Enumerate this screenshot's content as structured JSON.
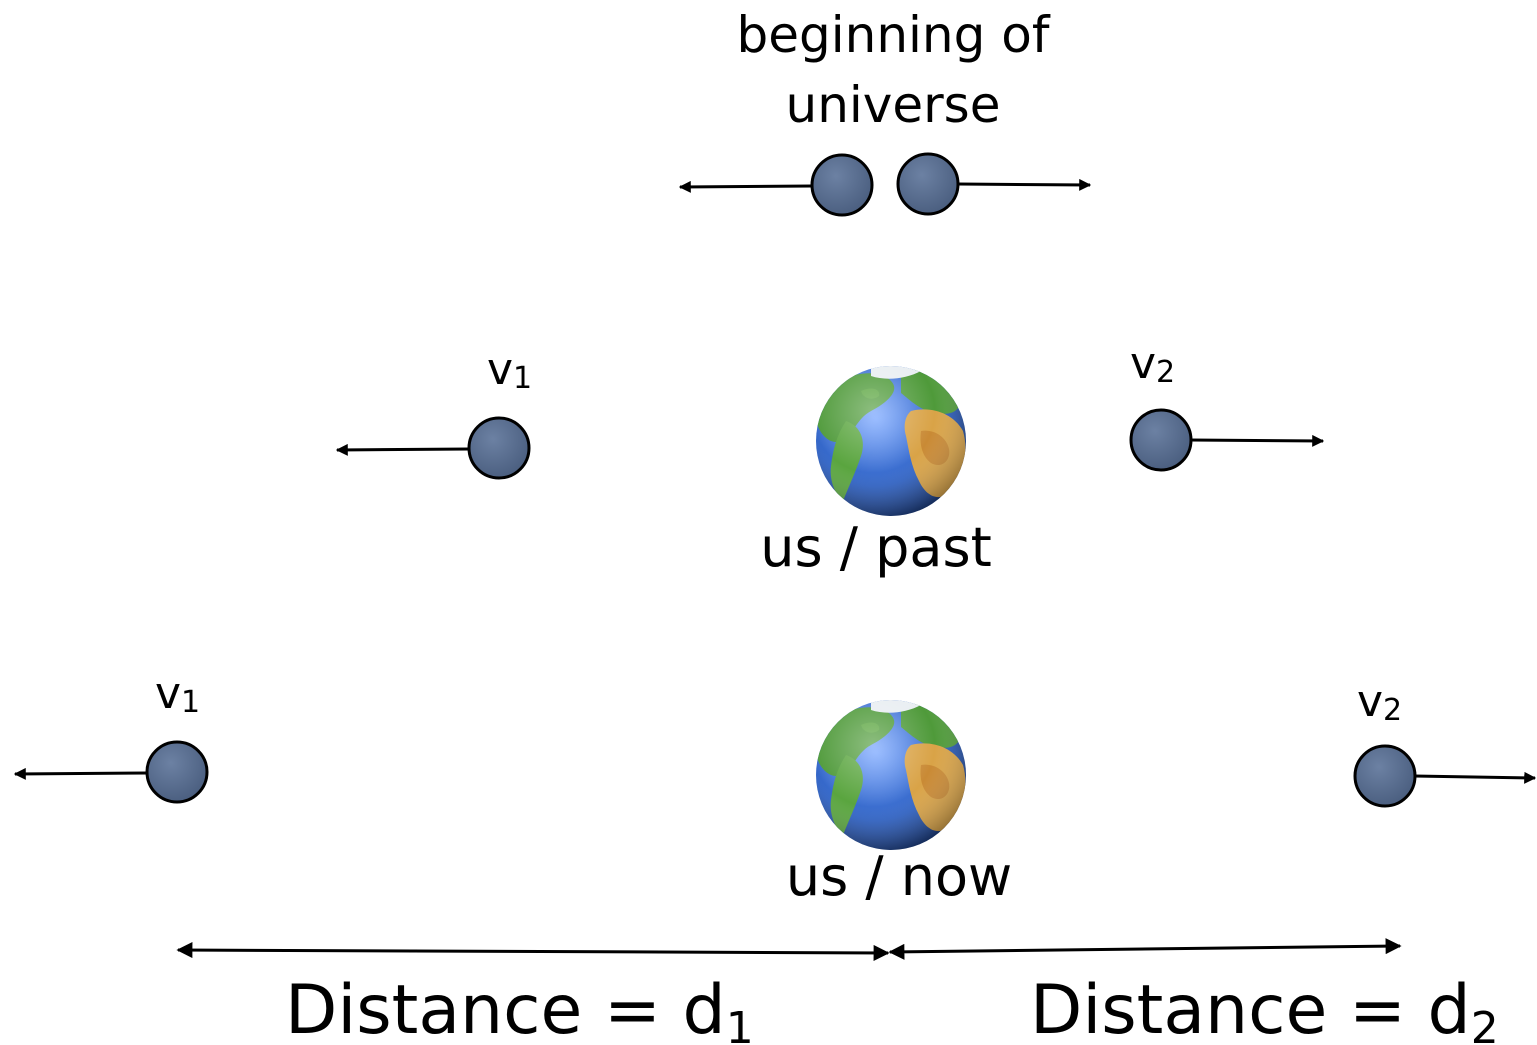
{
  "title": {
    "line1": "beginning of",
    "line2": "universe"
  },
  "past": {
    "earth_label": "us / past",
    "left_velocity": {
      "symbol": "v",
      "subscript": "1"
    },
    "right_velocity": {
      "symbol": "v",
      "subscript": "2"
    }
  },
  "now": {
    "earth_label": "us / now",
    "left_velocity": {
      "symbol": "v",
      "subscript": "1"
    },
    "right_velocity": {
      "symbol": "v",
      "subscript": "2"
    }
  },
  "distances": {
    "left": {
      "text": "Distance = d",
      "subscript": "1"
    },
    "right": {
      "text": "Distance = d",
      "subscript": "2"
    }
  },
  "colors": {
    "galaxy_fill": "#556a8c",
    "galaxy_stroke": "#000000",
    "arrow": "#000000",
    "ocean": "#2f62c4",
    "land_green": "#4f9a3a",
    "land_desert": "#d9a347",
    "ice": "#e9eef2"
  },
  "icons": {
    "galaxy": "galaxy-circle-icon",
    "earth": "earth-globe-icon",
    "arrow": "arrow-icon"
  }
}
